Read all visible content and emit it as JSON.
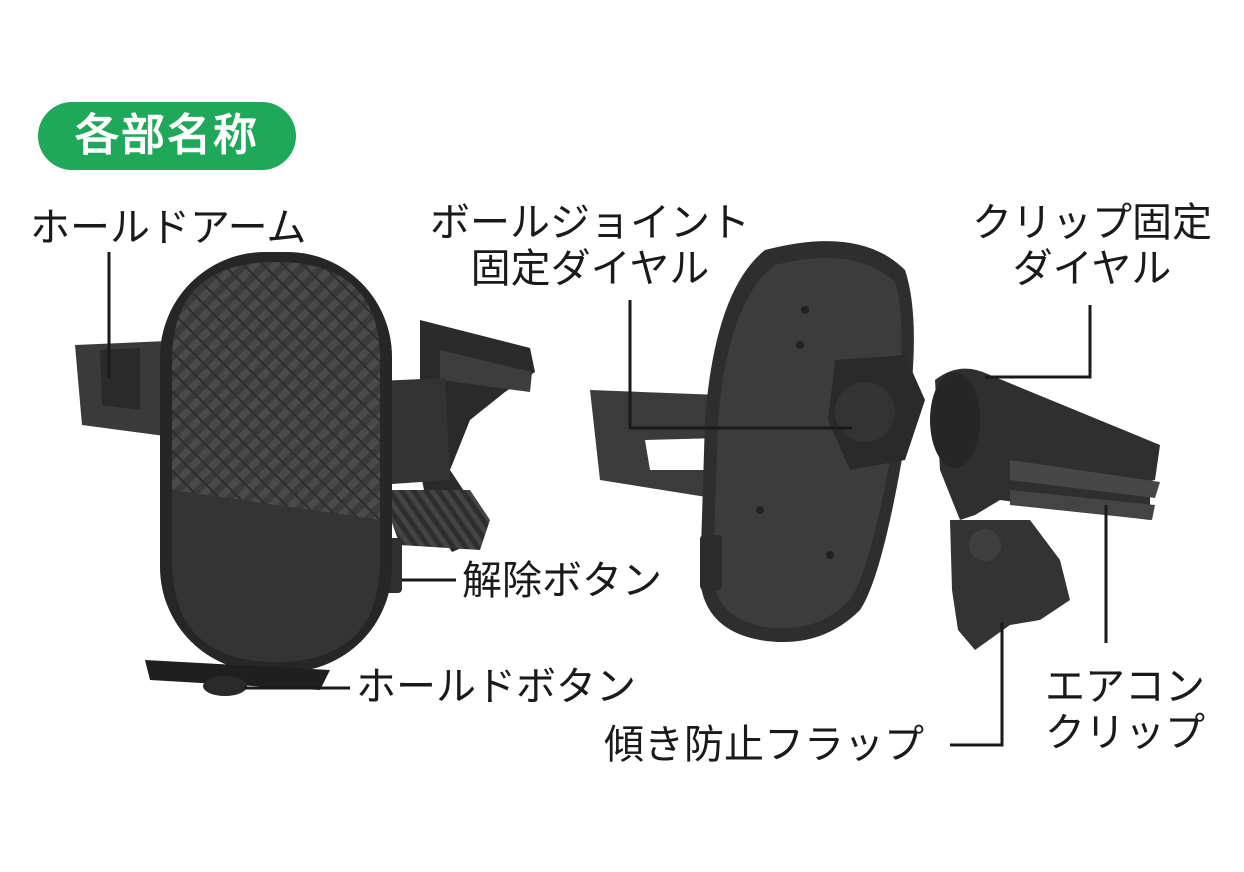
{
  "section_title": "各部名称",
  "labels": {
    "hold_arm": "ホールドアーム",
    "ball_joint_dial": [
      "ボールジョイント",
      "固定ダイヤル"
    ],
    "clip_dial": [
      "クリップ固定",
      "ダイヤル"
    ],
    "release_button": "解除ボタン",
    "hold_button": "ホールドボタン",
    "tilt_flap": "傾き防止フラップ",
    "ac_clip": [
      "エアコン",
      "クリップ"
    ]
  },
  "colors": {
    "badge": "#1fa85a",
    "product_dark": "#2b2b2b",
    "product_mid": "#3a3a3a",
    "leader": "#1a1a1a"
  }
}
